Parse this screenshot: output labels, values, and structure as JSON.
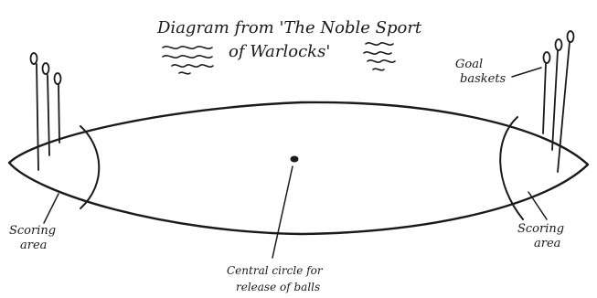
{
  "title": {
    "line1": "Diagram from 'The Noble Sport",
    "line2": "of Warlocks'"
  },
  "labels": {
    "goal_baskets_line1": "Goal",
    "goal_baskets_line2": "baskets",
    "scoring_left_line1": "Scoring",
    "scoring_left_line2": "area",
    "scoring_right_line1": "Scoring",
    "scoring_right_line2": "area",
    "central_line1": "Central circle for",
    "central_line2": "release of balls"
  },
  "colors": {
    "ink": "#1a1a1a",
    "paper": "#ffffff"
  },
  "decorations": [
    "flourish-left",
    "flourish-right"
  ]
}
